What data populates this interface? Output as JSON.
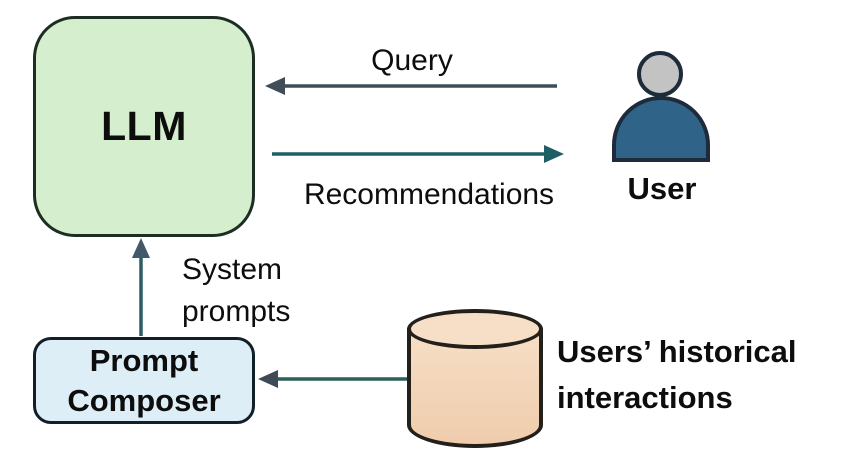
{
  "nodes": {
    "llm": {
      "label": "LLM"
    },
    "user": {
      "label": "User"
    },
    "prompt_composer": {
      "line1": "Prompt",
      "line2": "Composer"
    },
    "history_db": {
      "line1": "Users’ historical",
      "line2": "interactions"
    }
  },
  "edges": {
    "query": {
      "label": "Query",
      "from": "User",
      "to": "LLM"
    },
    "recommendations": {
      "label": "Recommendations",
      "from": "LLM",
      "to": "User"
    },
    "system_prompts": {
      "line1": "System",
      "line2": "prompts",
      "from": "Prompt Composer",
      "to": "LLM"
    },
    "history": {
      "from": "Users’ historical interactions",
      "to": "Prompt Composer"
    }
  },
  "colors": {
    "background": "#ffffff",
    "text": "#0d0d0d",
    "llm_fill": "#d5efce",
    "llm_border": "#1c2d22",
    "composer_fill": "#ddeef6",
    "composer_border": "#101f2a",
    "db_fill": "#f0ccad",
    "db_fill_top": "#f6dfc6",
    "db_border": "#23201b",
    "query_arrow": "#3f4d59",
    "recommendations_arrow": "#1e5f66",
    "system_arrow": "#2e5c64",
    "system_arrowhead": "#41596a",
    "history_arrow": "#2a5f5c",
    "history_arrowhead": "#3e4a55",
    "user_head": "#c3c3c3",
    "user_body": "#2f6488",
    "user_outline": "#1d2b3a"
  }
}
